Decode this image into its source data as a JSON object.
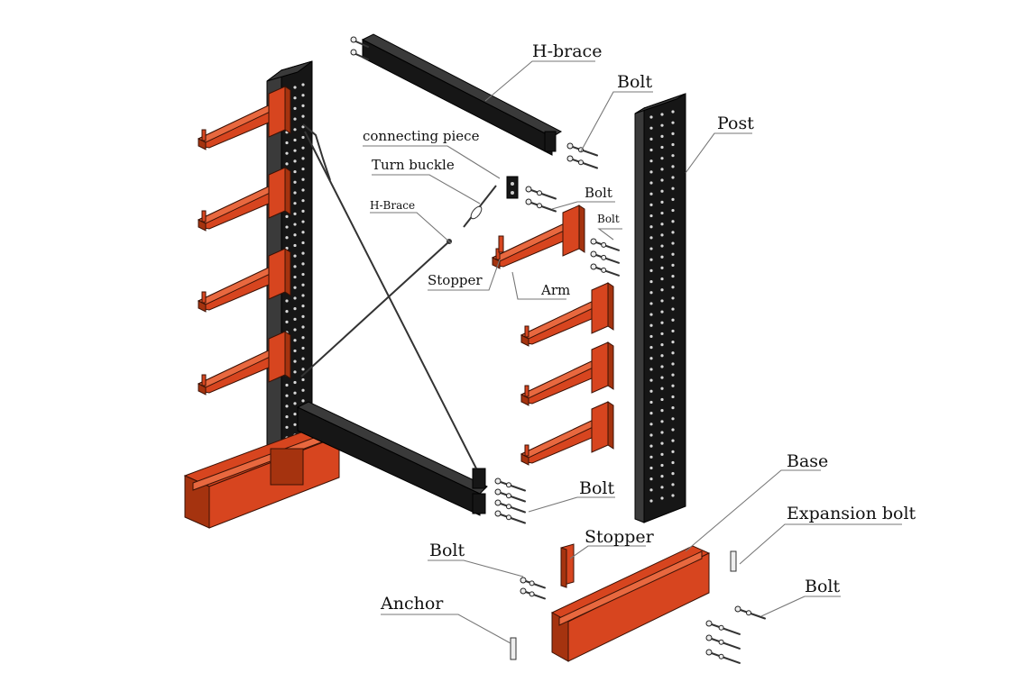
{
  "labels": {
    "h_brace_top": "H-brace",
    "bolt_top": "Bolt",
    "post": "Post",
    "connecting_piece": "connecting piece",
    "turn_buckle": "Turn buckle",
    "bolt_mid": "Bolt",
    "h_brace_left": "H-Brace",
    "bolt_arm": "Bolt",
    "stopper_arm": "Stopper",
    "arm": "Arm",
    "bolt_lower": "Bolt",
    "base": "Base",
    "stopper_base": "Stopper",
    "expansion_bolt": "Expansion bolt",
    "bolt_base": "Bolt",
    "bolt_right": "Bolt",
    "anchor": "Anchor"
  },
  "colors": {
    "steel_black": "#161616",
    "arm_orange": "#d7451f",
    "leader_gray": "#777777"
  }
}
